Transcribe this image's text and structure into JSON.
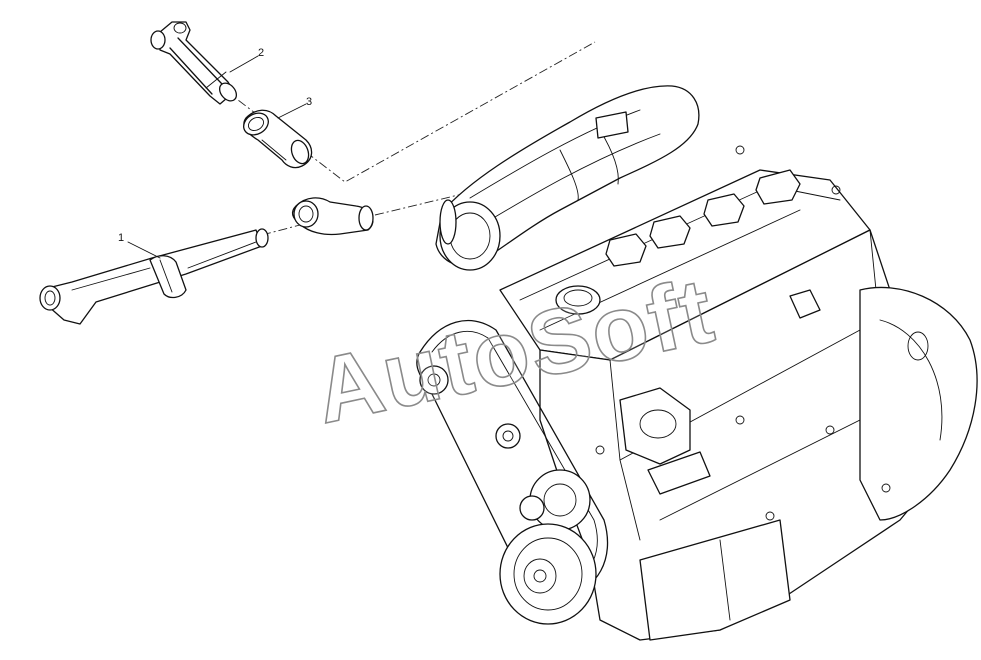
{
  "callouts": [
    {
      "label": "1",
      "part": "hose-1"
    },
    {
      "label": "2",
      "part": "pipe-2"
    },
    {
      "label": "3",
      "part": "hose-3"
    }
  ],
  "watermark": "AutoSoft",
  "colors": {
    "ink": "#111111",
    "background": "#ffffff",
    "watermark_outline": "#8a8a8a"
  }
}
